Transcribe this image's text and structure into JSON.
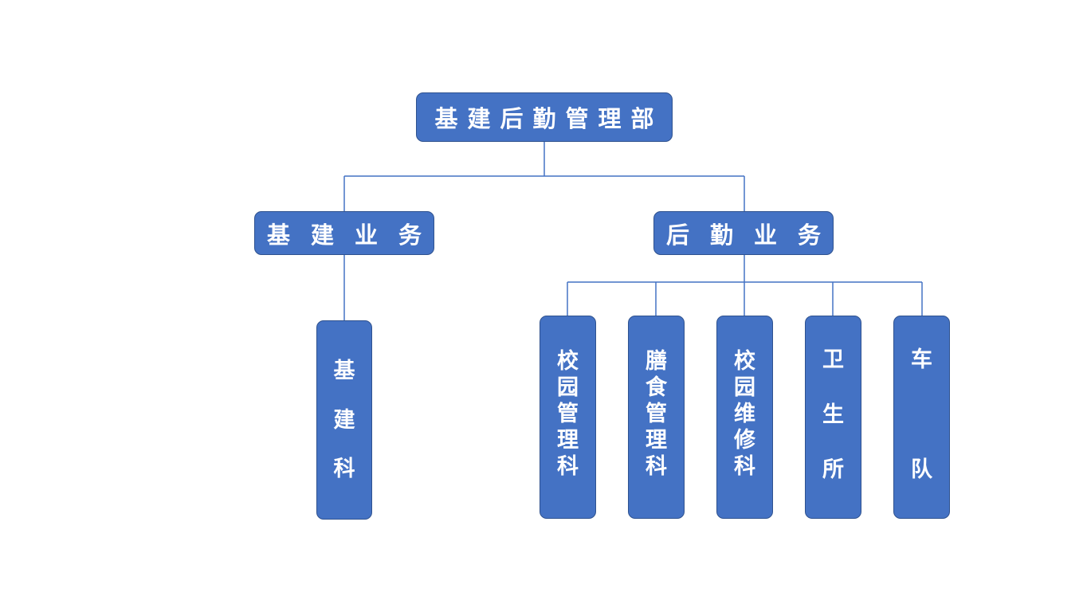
{
  "root": {
    "label": "基建后勤管理部"
  },
  "branches": [
    {
      "label": "基建业务",
      "children": [
        {
          "label": "基建科"
        }
      ]
    },
    {
      "label": "后勤业务",
      "children": [
        {
          "label": "校园管理科"
        },
        {
          "label": "膳食管理科"
        },
        {
          "label": "校园维修科"
        },
        {
          "label": "卫生所"
        },
        {
          "label": "车队"
        }
      ]
    }
  ],
  "colors": {
    "node_fill": "#4472c4",
    "node_border": "#2f528f",
    "connector": "#4472c4",
    "text": "#ffffff"
  }
}
